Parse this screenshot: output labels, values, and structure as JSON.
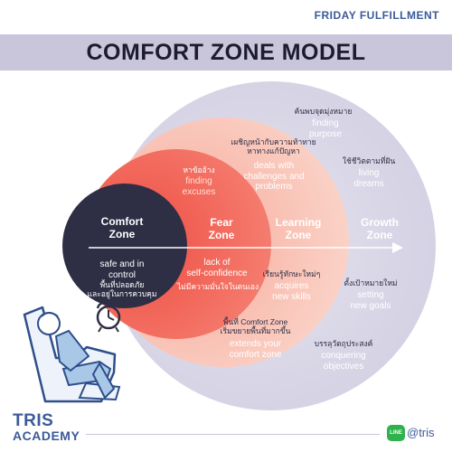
{
  "header": {
    "tag": "FRIDAY FULFILLMENT",
    "title": "COMFORT ZONE MODEL"
  },
  "zones": {
    "comfort": {
      "name_1": "Comfort",
      "name_2": "Zone",
      "en_1": "safe and in",
      "en_2": "control",
      "th_1": "พื้นที่ปลอดภัย",
      "th_2": "และอยู่ในการควบคุม"
    },
    "fear": {
      "name_1": "Fear",
      "name_2": "Zone",
      "th_1": "หาข้ออ้าง",
      "en_1a": "finding",
      "en_1b": "excuses",
      "en_2a": "lack of",
      "en_2b": "self-confidence",
      "th_2": "ไม่มีความมั่นใจในตนเอง"
    },
    "learning": {
      "name_1": "Learning",
      "name_2": "Zone",
      "th_1a": "เผชิญหน้ากับความท้าทาย",
      "th_1b": "หาทางแก้ปัญหา",
      "en_1a": "deals with",
      "en_1b": "challenges and",
      "en_1c": "problems",
      "th_2": "เรียนรู้ทักษะใหม่ๆ",
      "en_2a": "acquires",
      "en_2b": "new skills",
      "th_3a": "พื้นที่ Comfort Zone",
      "th_3b": "เริ่มขยายพื้นที่มากขึ้น",
      "en_3a": "extends your",
      "en_3b": "comfort zone"
    },
    "growth": {
      "name_1": "Growth",
      "name_2": "Zone",
      "th_1": "ค้นพบจุดมุ่งหมาย",
      "en_1a": "finding",
      "en_1b": "purpose",
      "th_2": "ใช้ชีวิตตามที่ฝัน",
      "en_2a": "living",
      "en_2b": "dreams",
      "th_3": "ตั้งเป้าหมายใหม่",
      "en_3a": "setting",
      "en_3b": "new goals",
      "th_4": "บรรลุวัตถุประสงค์",
      "en_4a": "conquering",
      "en_4b": "objectives"
    }
  },
  "footer": {
    "brand_1": "TRIS",
    "brand_2": "ACADEMY",
    "line_badge": "LINE",
    "handle": "@tris"
  },
  "colors": {
    "banner": "#c9c6dc",
    "growth_fill": "#dcdbe9",
    "learning_fill": "#f9c9bd",
    "fear_fill": "#f36b5e",
    "comfort_fill": "#2e2e45",
    "accent_blue": "#3a5a99"
  },
  "icons": [
    "alarm-clock-icon",
    "person-in-armchair-illustration",
    "line-chat-icon",
    "arrow-right-icon"
  ]
}
